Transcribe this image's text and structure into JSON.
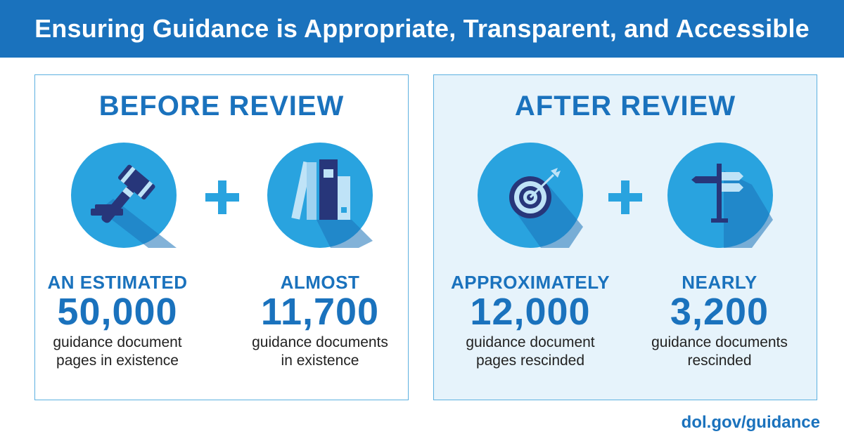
{
  "header": {
    "title": "Ensuring Guidance is Appropriate, Transparent, and Accessible"
  },
  "colors": {
    "brand": "#1a72bd",
    "circle": "#29a3df",
    "panel_after_bg": "#e6f3fb"
  },
  "before": {
    "title": "BEFORE REVIEW",
    "icons": [
      "gavel-icon",
      "books-icon"
    ],
    "stats": [
      {
        "lead": "AN ESTIMATED",
        "number": "50,000",
        "line1": "guidance document",
        "line2": "pages in existence"
      },
      {
        "lead": "ALMOST",
        "number": "11,700",
        "line1": "guidance documents",
        "line2": "in existence"
      }
    ]
  },
  "after": {
    "title": "AFTER REVIEW",
    "icons": [
      "target-icon",
      "signpost-icon"
    ],
    "stats": [
      {
        "lead": "APPROXIMATELY",
        "number": "12,000",
        "line1": "guidance document",
        "line2": "pages rescinded"
      },
      {
        "lead": "NEARLY",
        "number": "3,200",
        "line1": "guidance documents",
        "line2": "rescinded"
      }
    ]
  },
  "footer": {
    "link": "dol.gov/guidance"
  }
}
